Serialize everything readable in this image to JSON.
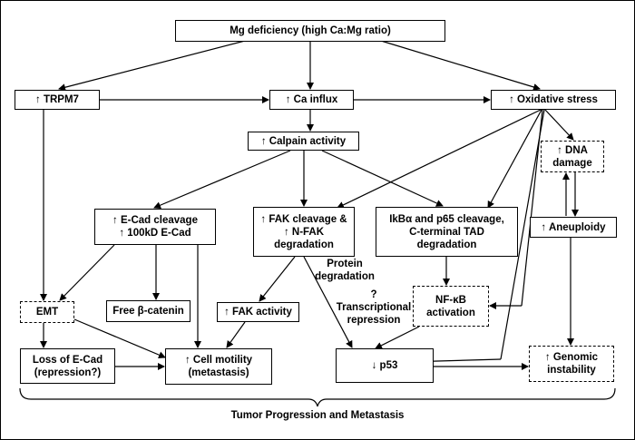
{
  "nodes": {
    "mg_deficiency": "Mg deficiency (high Ca:Mg ratio)",
    "trpm7": "↑ TRPM7",
    "ca_influx": "↑ Ca influx",
    "oxidative_stress": "↑ Oxidative stress",
    "calpain": "↑ Calpain activity",
    "dna_damage": "↑ DNA\ndamage",
    "ecad_cleavage": "↑ E-Cad cleavage\n↑ 100kD E-Cad",
    "fak_cleavage": "↑ FAK cleavage &\n↑ N-FAK\ndegradation",
    "ikb_cleavage": "IkBα and p65 cleavage,\nC-terminal TAD\ndegradation",
    "aneuploidy": "↑ Aneuploidy",
    "emt": "EMT",
    "free_catenin": "Free β-catenin",
    "fak_activity": "↑ FAK activity",
    "nfkb": "NF-κB\nactivation",
    "loss_ecad": "Loss of E-Cad\n(repression?)",
    "cell_motility": "↑ Cell motility\n(metastasis)",
    "p53": "↓ p53",
    "genomic_instability": "↑ Genomic\ninstability"
  },
  "labels": {
    "protein_degradation": "Protein\ndegradation",
    "transcriptional_repression": "?\nTranscriptional\nrepression"
  },
  "footer": "Tumor Progression and Metastasis"
}
